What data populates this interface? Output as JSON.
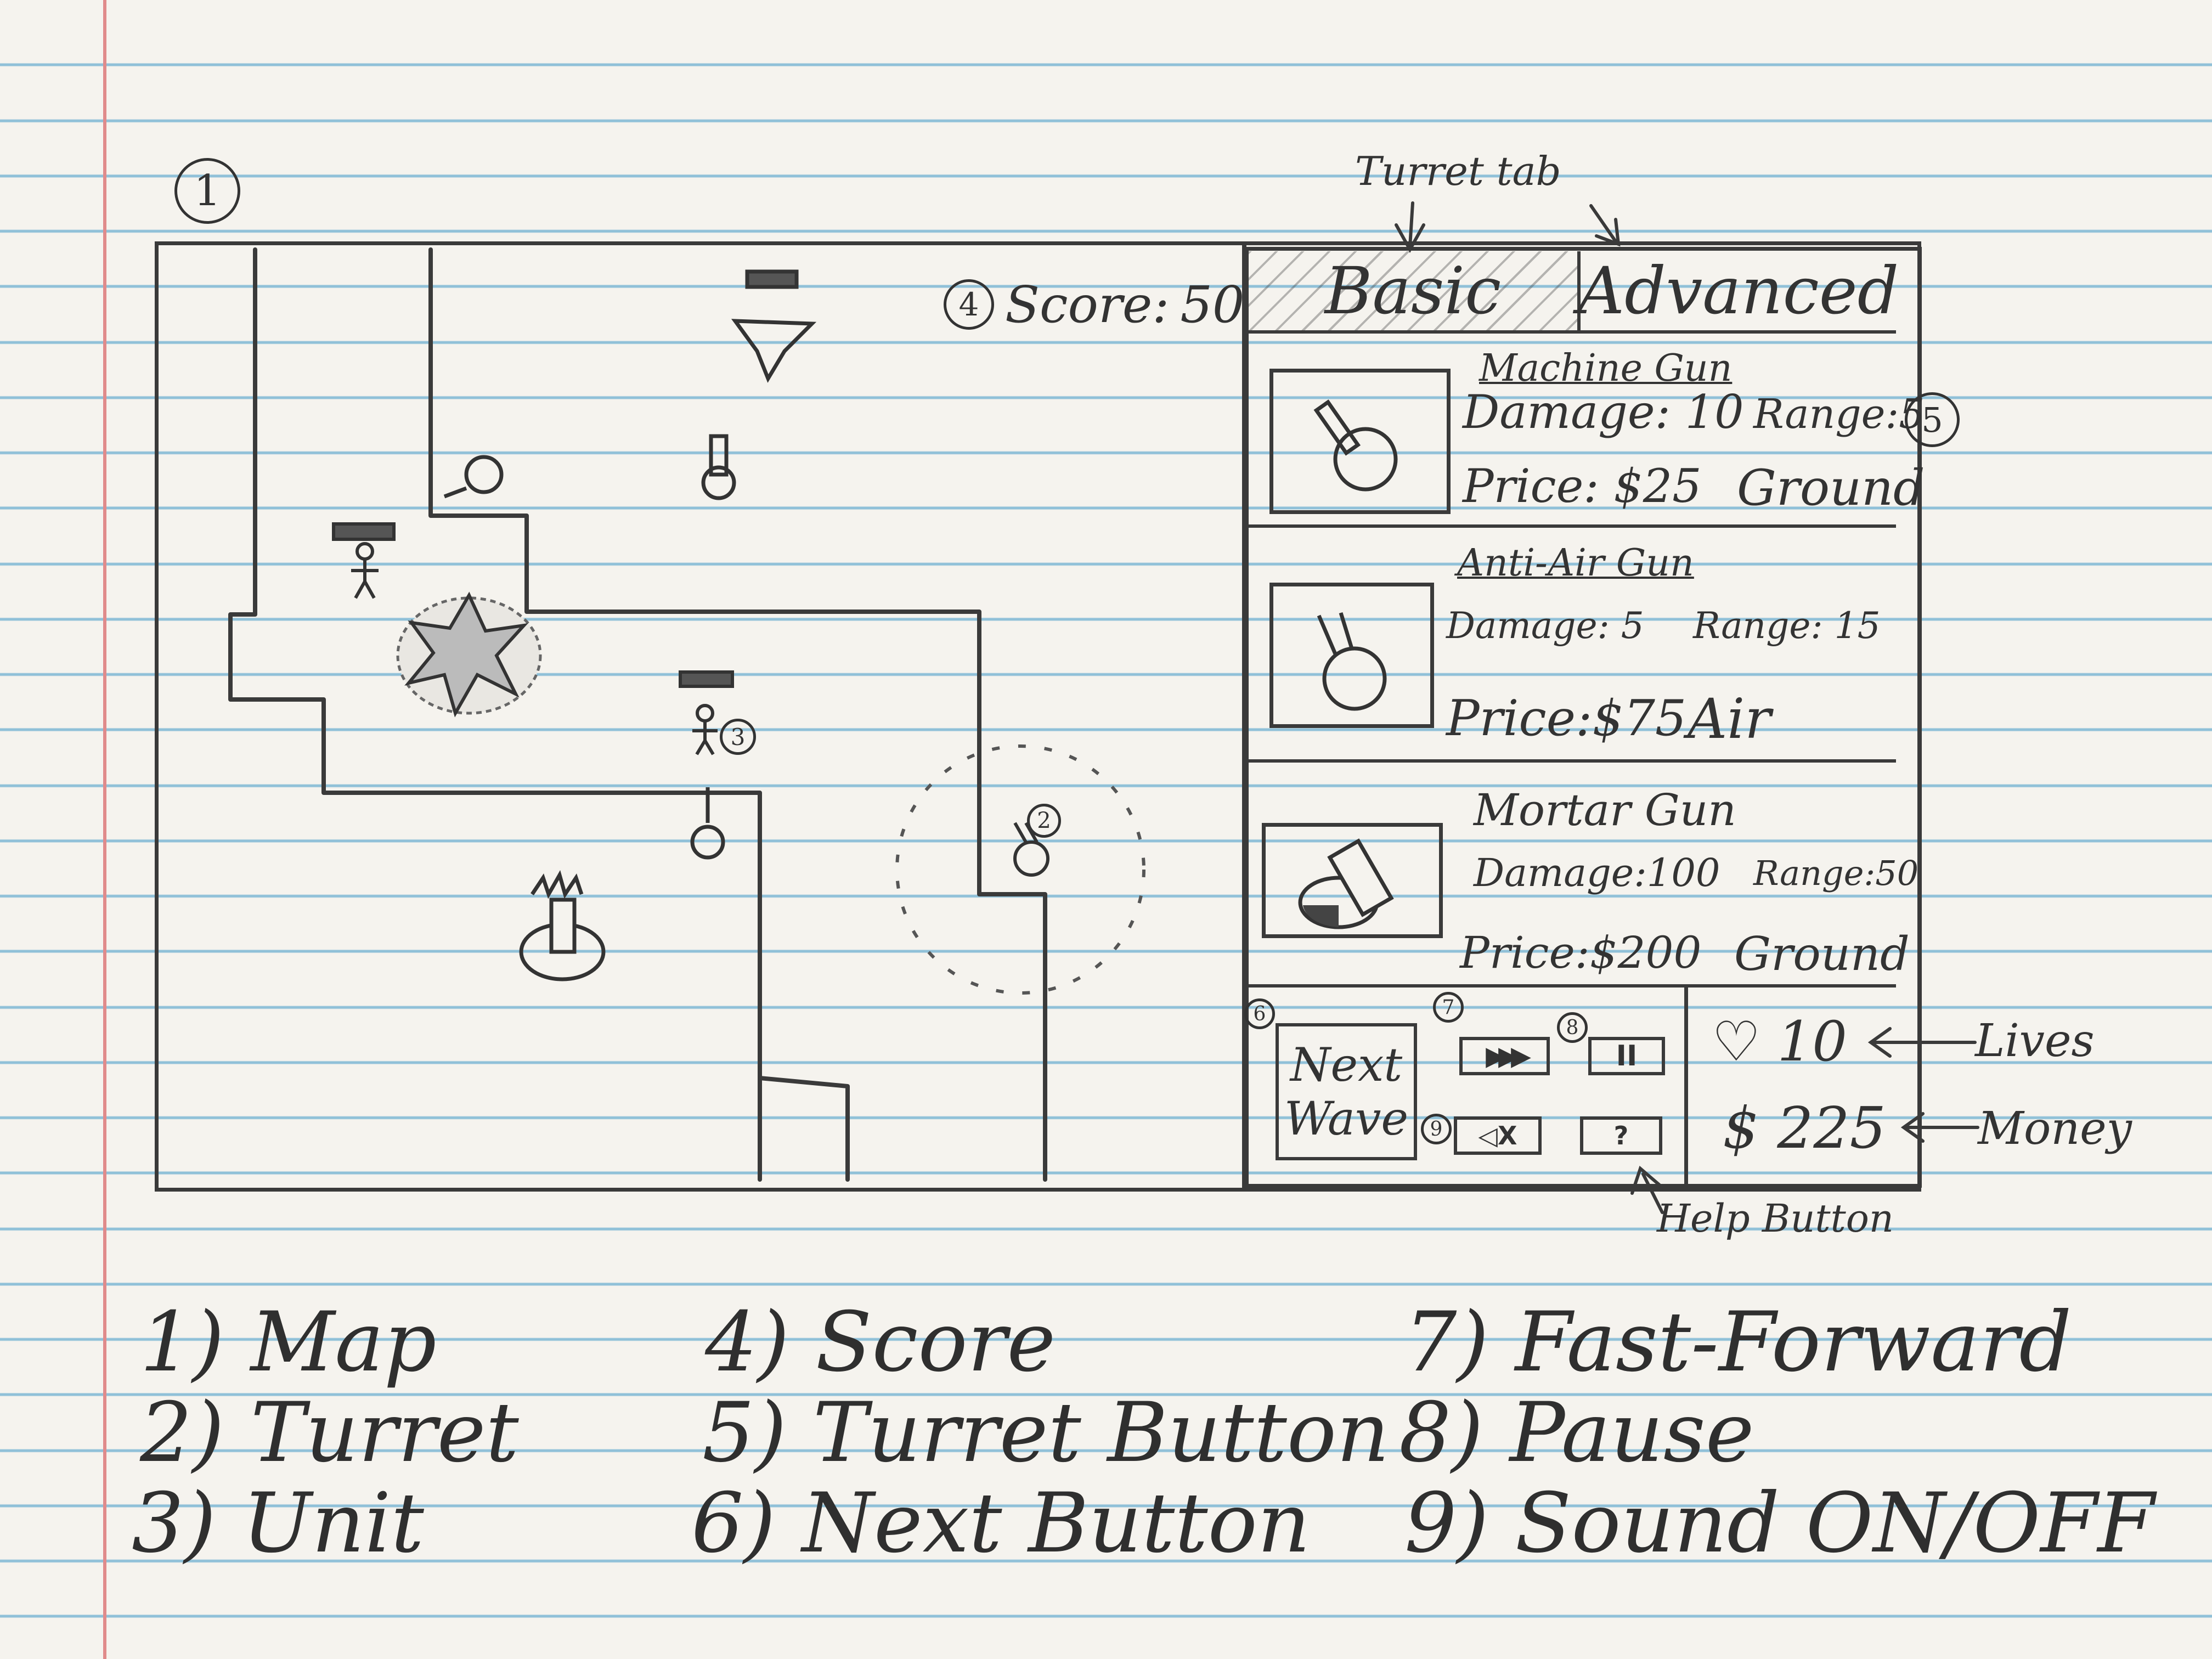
{
  "sketch_label_map_number": "1",
  "annotation_turret_tab": "Turret tab",
  "score": {
    "number": "4",
    "label": "Score:",
    "value": "50"
  },
  "tabs": [
    {
      "label": "Basic",
      "selected": true
    },
    {
      "label": "Advanced",
      "selected": false
    }
  ],
  "turret_button_number": "5",
  "turrets": [
    {
      "name": "Machine Gun",
      "damage": "Damage: 10",
      "range": "Range:5",
      "price": "Price: $25",
      "type": "Ground"
    },
    {
      "name": "Anti-Air Gun",
      "damage": "Damage: 5",
      "range": "Range: 15",
      "price": "Price:$75",
      "type": "Air"
    },
    {
      "name": "Mortar Gun",
      "damage": "Damage:100",
      "range": "Range:50",
      "price": "Price:$200",
      "type": "Ground"
    }
  ],
  "controls": {
    "next_number": "6",
    "next_line1": "Next",
    "next_line2": "Wave",
    "ff_number": "7",
    "pause_number": "8",
    "sound_number": "9",
    "sound_label": "◁X",
    "help_label": "?",
    "pause_label": "II"
  },
  "status": {
    "lives": "10",
    "money": "$ 225",
    "lives_annotation": "Lives",
    "money_annotation": "Money",
    "help_annotation": "Help Button"
  },
  "map_labels": {
    "turret_number": "2",
    "unit_number": "3"
  },
  "legend": [
    "1) Map",
    "2) Turret",
    "3) Unit",
    "4) Score",
    "5) Turret Button",
    "6) Next Button",
    "7) Fast-Forward",
    "8) Pause",
    "9) Sound ON/OFF"
  ],
  "icons": [
    "heart-icon",
    "fast-forward-icon",
    "pause-icon",
    "sound-icon",
    "help-icon",
    "turret-icon",
    "unit-icon",
    "explosion-icon"
  ]
}
